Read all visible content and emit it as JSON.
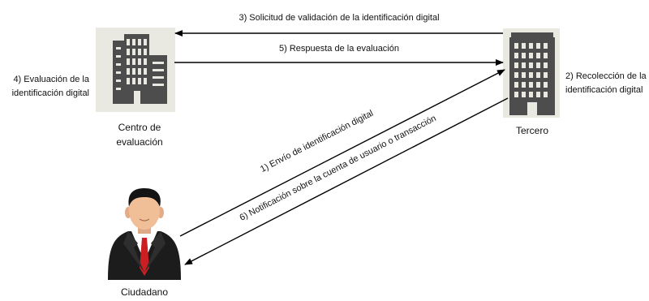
{
  "nodes": {
    "evaluation_center": {
      "caption_line1": "Centro de",
      "caption_line2": "evaluación",
      "side_note_line1": "4) Evaluación de la",
      "side_note_line2": "identificación digital",
      "icon": "office-building-icon"
    },
    "third_party": {
      "caption": "Tercero",
      "side_note_line1": "2) Recolección de la",
      "side_note_line2": "identificación digital",
      "icon": "office-building-icon"
    },
    "citizen": {
      "caption": "Ciudadano",
      "icon": "businessman-avatar-icon"
    }
  },
  "arrows": {
    "step3": "3) Solicitud de validación de la identificación digital",
    "step5": "5) Respuesta de la evaluación",
    "step1": "1) Envío de identificación digital",
    "step6": "6) Notificación sobre la cuenta de usuario o transacción"
  },
  "colors": {
    "building_light": "#eae9e1",
    "building_dark": "#4d4d4d",
    "skin": "#f0bf98",
    "suit": "#1c1c1c",
    "tie": "#cc1f24"
  }
}
